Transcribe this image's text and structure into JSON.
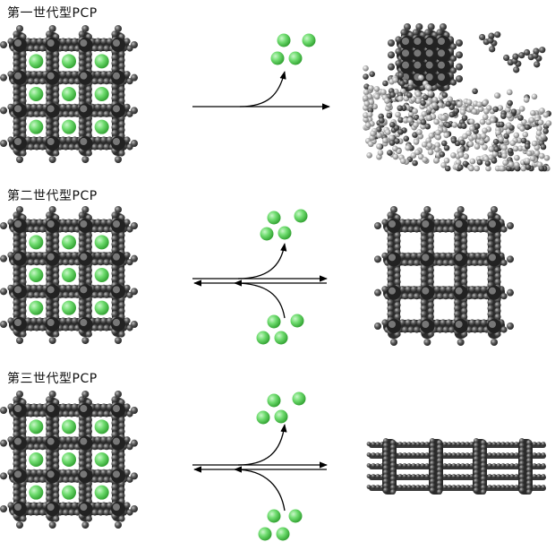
{
  "rows": [
    {
      "label": "第一世代型PCP",
      "transition": "irreversible",
      "result": "collapsed"
    },
    {
      "label": "第二世代型PCP",
      "transition": "reversible",
      "result": "rigid"
    },
    {
      "label": "第三世代型PCP",
      "transition": "reversible",
      "result": "flexible"
    }
  ],
  "colors": {
    "framework": "#3d3d3d",
    "framework_highlight": "#8a8a8a",
    "guest": "#6fdc6f",
    "guest_dark": "#2e9e2e",
    "collapsed_light": "#c8c8c8",
    "arrow": "#000000"
  }
}
